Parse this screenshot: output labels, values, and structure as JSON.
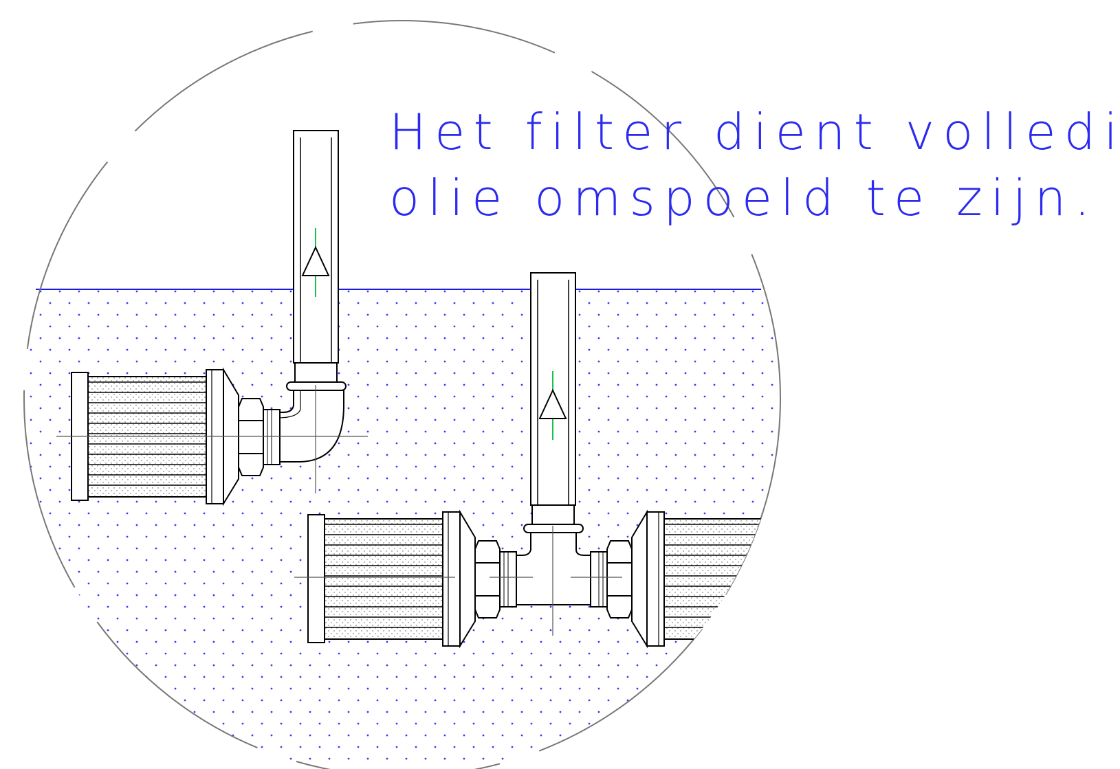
{
  "note": {
    "line1": "Het filter dient volledig door",
    "line2": "olie omspoeld te zijn.",
    "color": "#2a2af0"
  },
  "colors": {
    "oil_level": "#1a1aee",
    "oil_dots": "#3a3aff",
    "flow_centerline": "#19c24a",
    "outline": "#000000",
    "detail_circle": "#777777",
    "centerline": "#555555"
  },
  "assemblies": [
    {
      "name": "filter-with-elbow",
      "fitting": "elbow",
      "flow": "up"
    },
    {
      "name": "filters-with-tee",
      "fitting": "tee",
      "flow": "up"
    }
  ]
}
